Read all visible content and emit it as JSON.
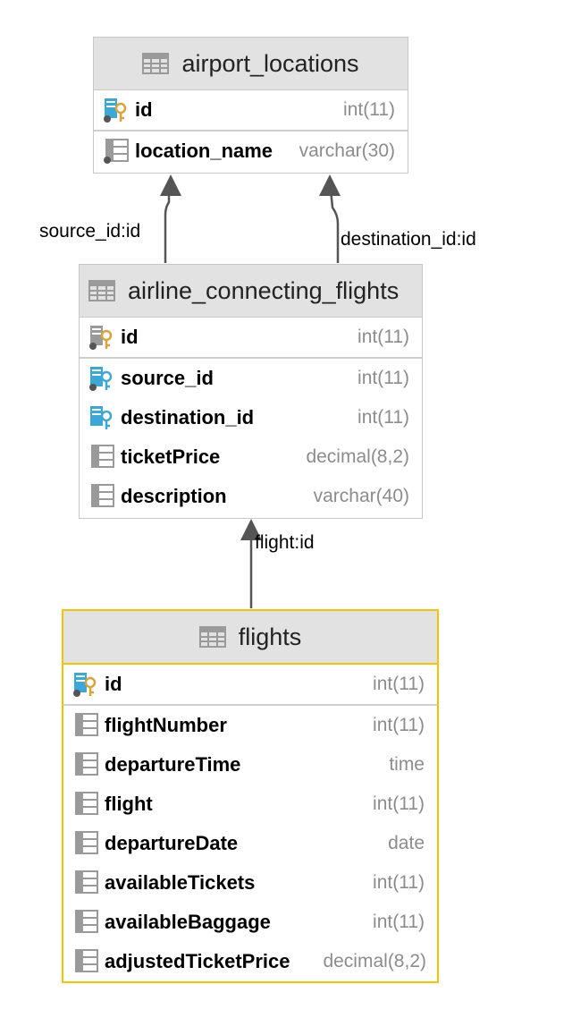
{
  "tables": {
    "airport_locations": {
      "name": "airport_locations",
      "columns": [
        {
          "name": "id",
          "type": "int(11)",
          "icon": "primary-key-icon"
        },
        {
          "name": "location_name",
          "type": "varchar(30)",
          "icon": "column-icon"
        }
      ]
    },
    "airline_connecting_flights": {
      "name": "airline_connecting_flights",
      "columns": [
        {
          "name": "id",
          "type": "int(11)",
          "icon": "primary-key-icon"
        },
        {
          "name": "source_id",
          "type": "int(11)",
          "icon": "foreign-key-icon"
        },
        {
          "name": "destination_id",
          "type": "int(11)",
          "icon": "foreign-key-icon"
        },
        {
          "name": "ticketPrice",
          "type": "decimal(8,2)",
          "icon": "column-icon"
        },
        {
          "name": "description",
          "type": "varchar(40)",
          "icon": "column-icon"
        }
      ]
    },
    "flights": {
      "name": "flights",
      "columns": [
        {
          "name": "id",
          "type": "int(11)",
          "icon": "primary-key-icon"
        },
        {
          "name": "flightNumber",
          "type": "int(11)",
          "icon": "column-icon"
        },
        {
          "name": "departureTime",
          "type": "time",
          "icon": "column-icon"
        },
        {
          "name": "flight",
          "type": "int(11)",
          "icon": "column-icon"
        },
        {
          "name": "departureDate",
          "type": "date",
          "icon": "column-icon"
        },
        {
          "name": "availableTickets",
          "type": "int(11)",
          "icon": "column-icon"
        },
        {
          "name": "availableBaggage",
          "type": "int(11)",
          "icon": "column-icon"
        },
        {
          "name": "adjustedTicketPrice",
          "type": "decimal(8,2)",
          "icon": "column-icon"
        }
      ]
    }
  },
  "relations": {
    "source": "source_id:id",
    "destination": "destination_id:id",
    "flight": "flight:id"
  },
  "colors": {
    "header_bg": "#e2e2e2",
    "selected_border": "#f5c400",
    "key_gold": "#d9a33a",
    "key_blue": "#3ca8d8",
    "type_gray": "#8c8c8c"
  }
}
